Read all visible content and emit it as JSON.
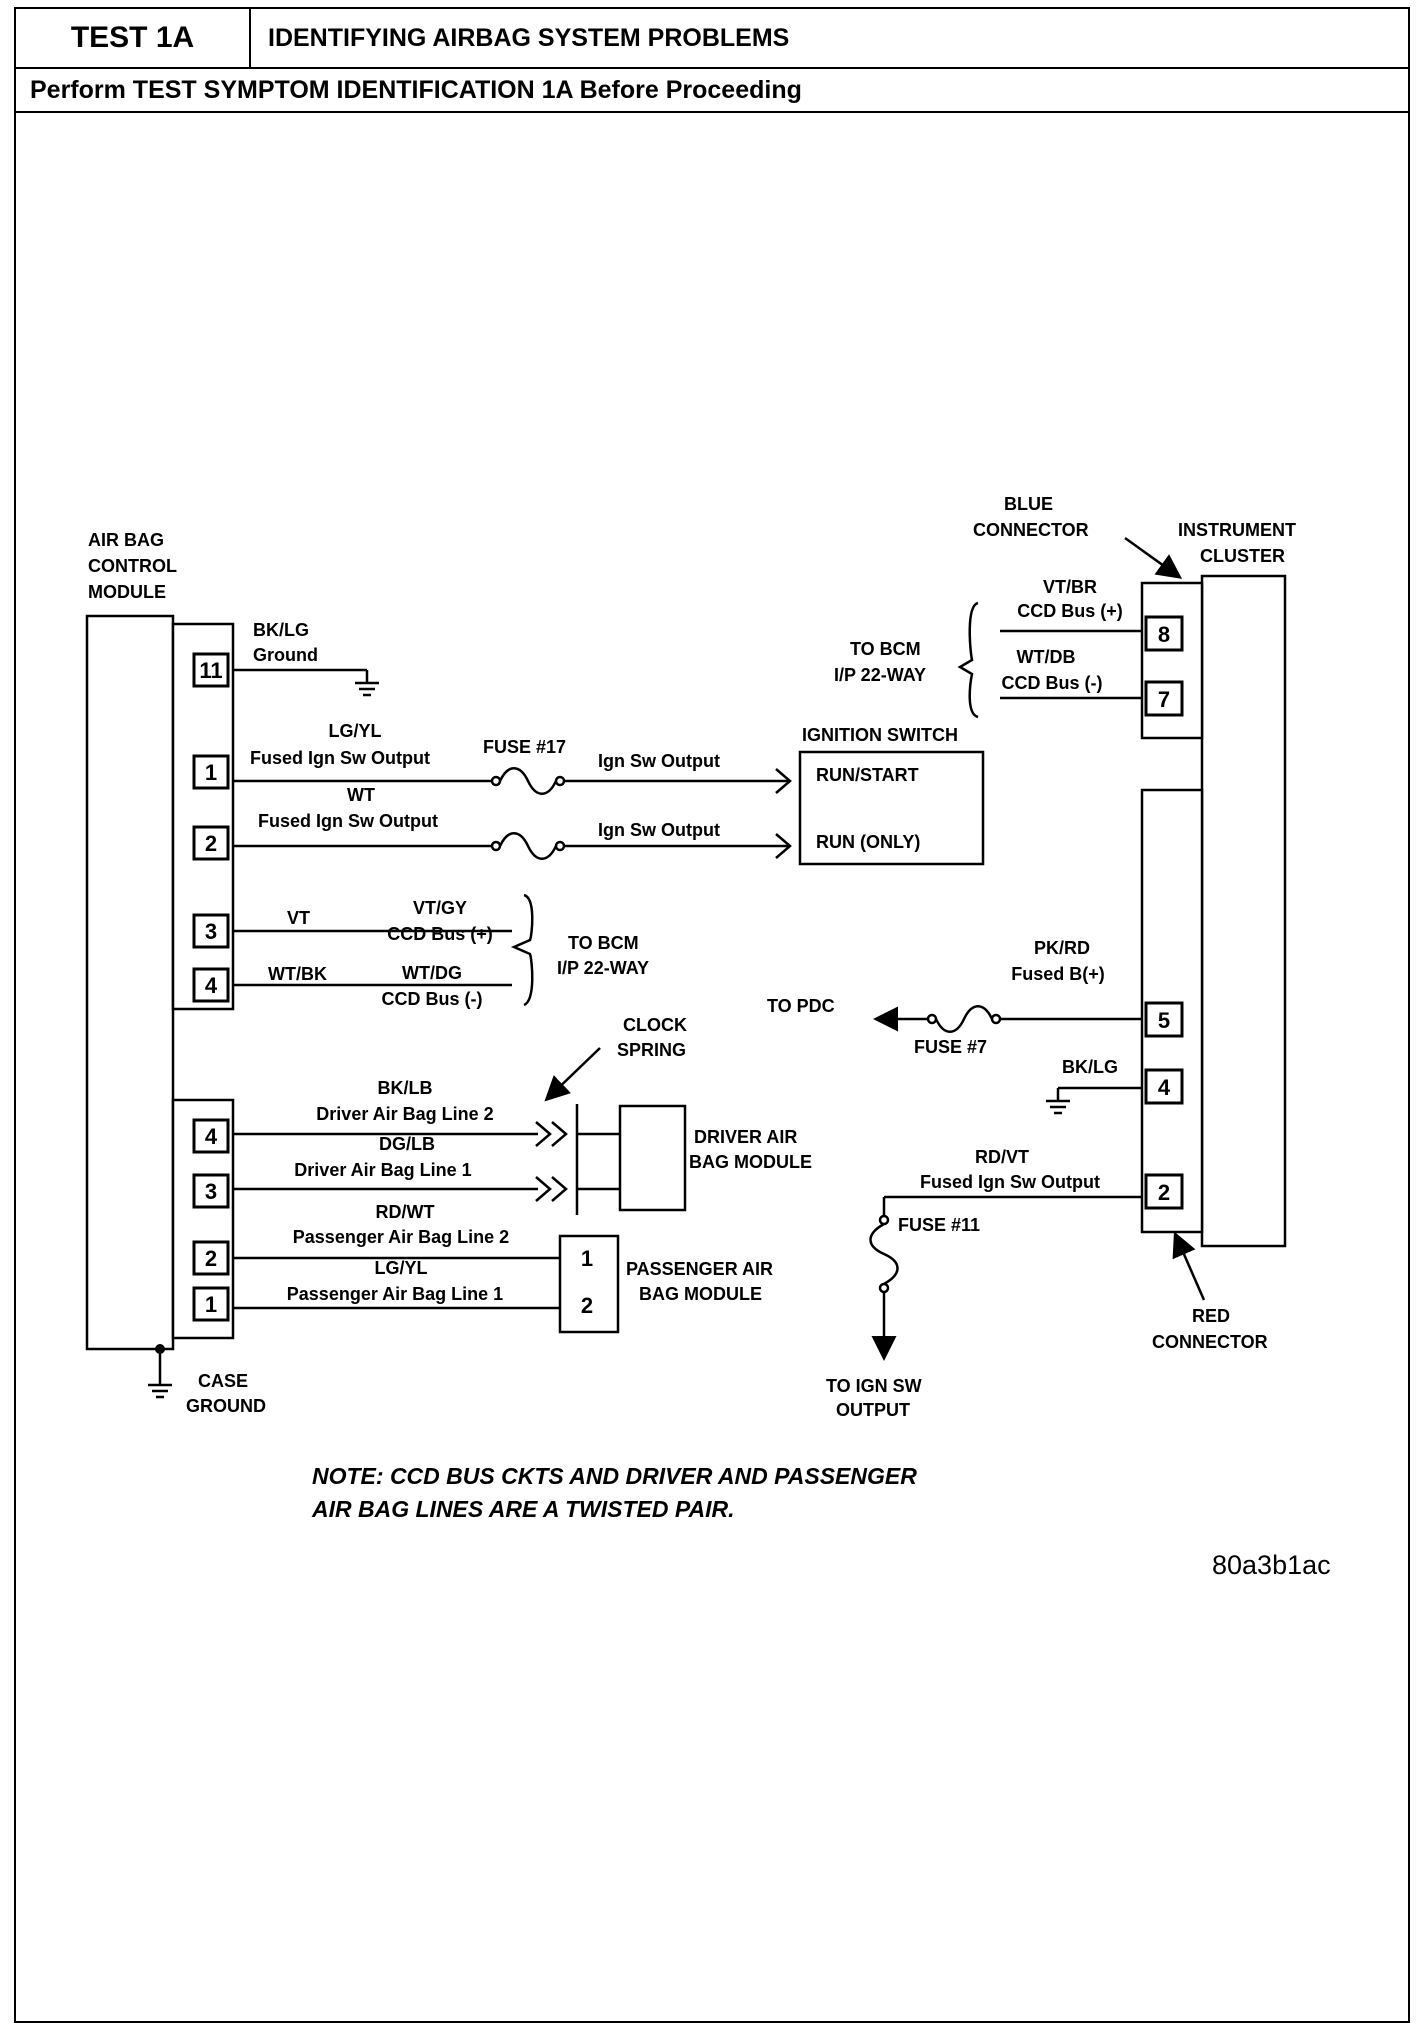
{
  "header": {
    "test_id": "TEST 1A",
    "title": "IDENTIFYING AIRBAG SYSTEM PROBLEMS",
    "instruction": "Perform TEST SYMPTOM IDENTIFICATION 1A Before Proceeding"
  },
  "module": {
    "name_lines": [
      "AIR BAG",
      "CONTROL",
      "MODULE"
    ],
    "case_ground_lines": [
      "CASE",
      "GROUND"
    ]
  },
  "acm_pins": {
    "p11": "11",
    "p1": "1",
    "p2": "2",
    "p3": "3",
    "p4": "4",
    "lower_4": "4",
    "lower_3": "3",
    "lower_2": "2",
    "lower_1": "1"
  },
  "circuits": {
    "bklg_ground": {
      "color": "BK/LG",
      "function": "Ground"
    },
    "pin1": {
      "color": "LG/YL",
      "function": "Fused Ign Sw Output",
      "fuse": "FUSE #17",
      "output": "Ign Sw Output"
    },
    "pin2": {
      "color": "WT",
      "function": "Fused Ign Sw Output",
      "output": "Ign Sw Output"
    },
    "pin3": {
      "color_short": "VT",
      "color": "VT/GY",
      "function": "CCD Bus (+)"
    },
    "pin4": {
      "color_short": "WT/BK",
      "color": "WT/DG",
      "function": "CCD Bus (-)"
    },
    "to_bcm_lines": [
      "TO BCM",
      "I/P 22-WAY"
    ],
    "driver_line2": {
      "color": "BK/LB",
      "function": "Driver Air Bag Line 2"
    },
    "driver_line1": {
      "color": "DG/LB",
      "function": "Driver Air Bag Line 1"
    },
    "pass_line2": {
      "color": "RD/WT",
      "function": "Passenger Air Bag Line 2"
    },
    "pass_line1": {
      "color": "LG/YL",
      "function": "Passenger Air Bag Line 1"
    }
  },
  "clock_spring_lines": [
    "CLOCK",
    "SPRING"
  ],
  "driver_module_lines": [
    "DRIVER AIR",
    "BAG MODULE"
  ],
  "passenger_module": {
    "lines": [
      "PASSENGER AIR",
      "BAG MODULE"
    ],
    "pin_top": "1",
    "pin_bottom": "2"
  },
  "ignition_switch": {
    "title": "IGNITION SWITCH",
    "run_start": "RUN/START",
    "run_only": "RUN (ONLY)"
  },
  "cluster": {
    "name_lines": [
      "INSTRUMENT",
      "CLUSTER"
    ],
    "blue_connector_lines": [
      "BLUE",
      "CONNECTOR"
    ],
    "red_connector_lines": [
      "RED",
      "CONNECTOR"
    ],
    "pin8": "8",
    "pin7": "7",
    "pin5": "5",
    "pin4": "4",
    "pin2": "2",
    "to_bcm_lines": [
      "TO BCM",
      "I/P 22-WAY"
    ],
    "vtbr": {
      "color": "VT/BR",
      "function": "CCD Bus (+)"
    },
    "wtdb": {
      "color": "WT/DB",
      "function": "CCD Bus (-)"
    },
    "pkrd": {
      "color": "PK/RD",
      "function": "Fused B(+)"
    },
    "to_pdc": "TO PDC",
    "fuse7": "FUSE #7",
    "bklg": "BK/LG",
    "rdvt": {
      "color": "RD/VT",
      "function": "Fused Ign Sw Output"
    },
    "fuse11": "FUSE #11",
    "to_ign_lines": [
      "TO IGN SW",
      "OUTPUT"
    ]
  },
  "note_lines": [
    "NOTE: CCD BUS CKTS AND DRIVER AND PASSENGER",
    "AIR BAG LINES ARE A TWISTED PAIR."
  ],
  "figure_code": "80a3b1ac"
}
